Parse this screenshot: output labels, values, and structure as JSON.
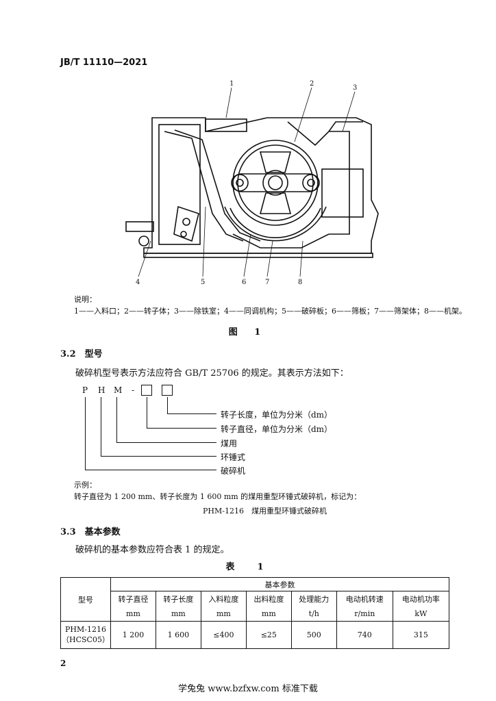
{
  "header": {
    "standard_code": "JB/T 11110—2021"
  },
  "figure": {
    "callouts": [
      "1",
      "2",
      "3",
      "4",
      "5",
      "6",
      "7",
      "8"
    ],
    "note_label": "说明：",
    "legend": "1——入料口；2——转子体；3——除铁室；4——同调机构；5——破碎板；6——筛板；7——筛架体；8——机架。",
    "title": "图 1"
  },
  "section_3_2": {
    "heading": "3.2　型号",
    "intro": "破碎机型号表示方法应符合 GB/T 25706 的规定。其表示方法如下：",
    "code_letters": [
      "P",
      "H",
      "M",
      "-"
    ],
    "descriptions": [
      "转子长度，单位为分米（dm）",
      "转子直径，单位为分米（dm）",
      "煤用",
      "环锤式",
      "破碎机"
    ],
    "example_label": "示例：",
    "example_text": "转子直径为 1 200 mm、转子长度为 1 600 mm 的煤用重型环锤式破碎机，标记为：",
    "example_mark": "PHM-1216　煤用重型环锤式破碎机"
  },
  "section_3_3": {
    "heading": "3.3　基本参数",
    "intro": "破碎机的基本参数应符合表 1 的规定。"
  },
  "table": {
    "title": "表　1",
    "model_header": "型号",
    "group_header": "基本参数",
    "columns": [
      {
        "name": "转子直径",
        "unit": "mm"
      },
      {
        "name": "转子长度",
        "unit": "mm"
      },
      {
        "name": "入料粒度",
        "unit": "mm"
      },
      {
        "name": "出料粒度",
        "unit": "mm"
      },
      {
        "name": "处理能力",
        "unit": "t/h"
      },
      {
        "name": "电动机转速",
        "unit": "r/min"
      },
      {
        "name": "电动机功率",
        "unit": "kW"
      }
    ],
    "rows": [
      {
        "model_line1": "PHM-1216",
        "model_line2": "（HCSC05）",
        "values": [
          "1 200",
          "1 600",
          "≤400",
          "≤25",
          "500",
          "740",
          "315"
        ]
      }
    ]
  },
  "page_number": "2",
  "footer": "学兔兔 www.bzfxw.com 标准下载"
}
